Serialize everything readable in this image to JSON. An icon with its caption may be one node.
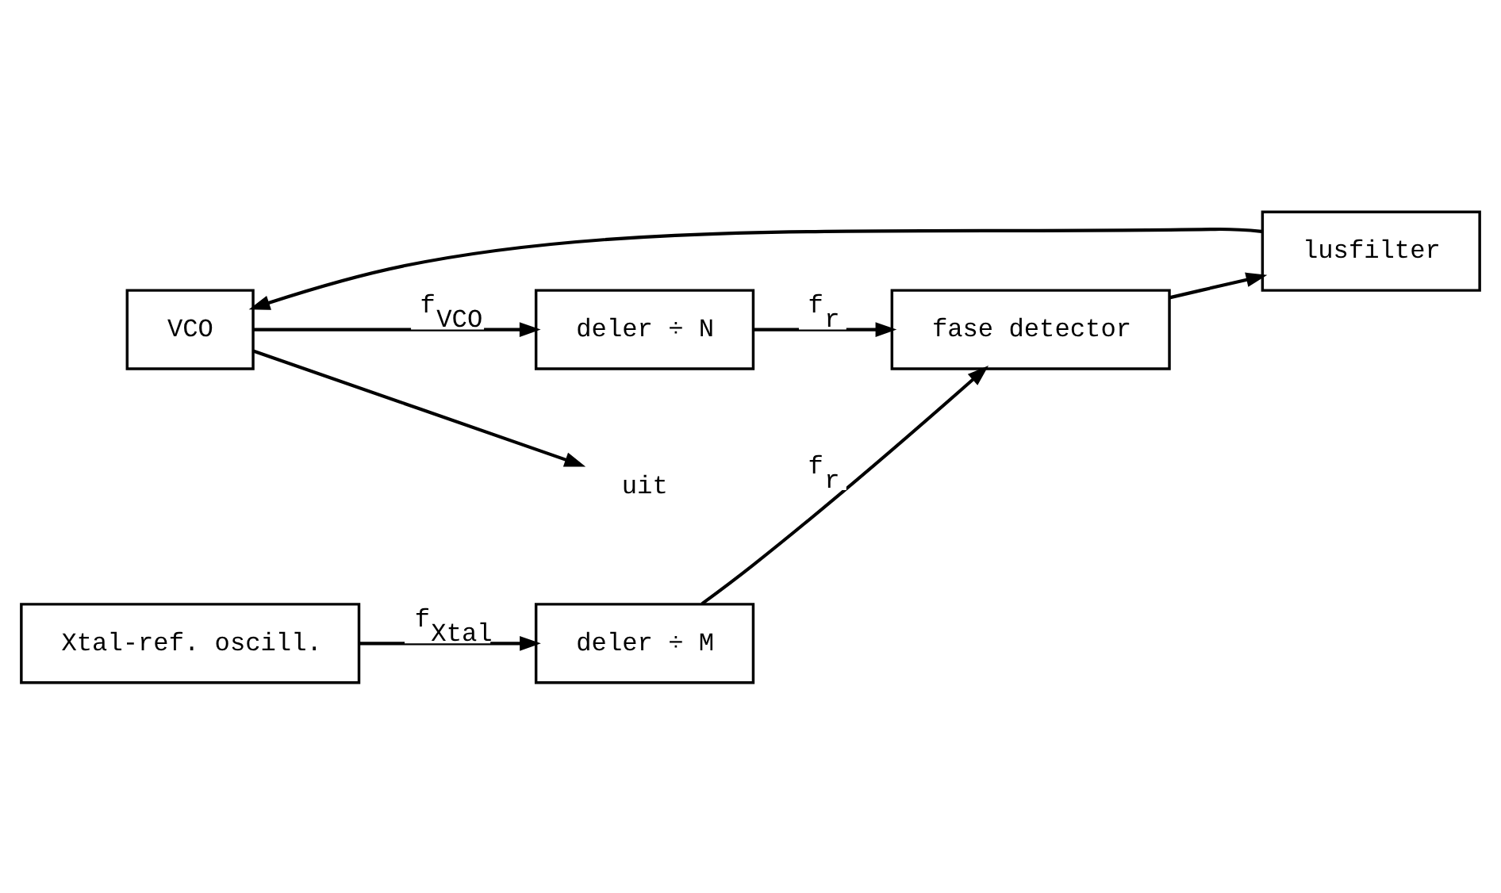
{
  "diagram": {
    "nodes": [
      {
        "text": [
          "VCO"
        ]
      },
      {
        "text": [
          "deler ÷ N"
        ]
      },
      {
        "text": [
          "fase detector"
        ]
      },
      {
        "text": [
          "lusfilter"
        ]
      },
      {
        "text": [
          "Xtal-ref. oscill."
        ]
      },
      {
        "text": [
          "deler ÷ M"
        ]
      },
      {
        "text": [
          "uit"
        ]
      }
    ],
    "edges": [
      {
        "from": 0,
        "to": 6,
        "arrow": "to"
      },
      {
        "from": 0,
        "to": 1,
        "arrow": "to",
        "label": "f$_{VCO}$"
      },
      {
        "from": 1,
        "to": 2,
        "arrow": "to",
        "label": "f$_{r}$"
      },
      {
        "from": 2,
        "to": 3,
        "arrow": "to"
      },
      {
        "from": 3,
        "to": 0,
        "arrow": "to"
      },
      {
        "from": 4,
        "to": 5,
        "arrow": "to",
        "label": "f$_{Xtal}$"
      },
      {
        "from": 5,
        "to": 2,
        "arrow": "to",
        "label": "f$_{r}$"
      }
    ]
  }
}
